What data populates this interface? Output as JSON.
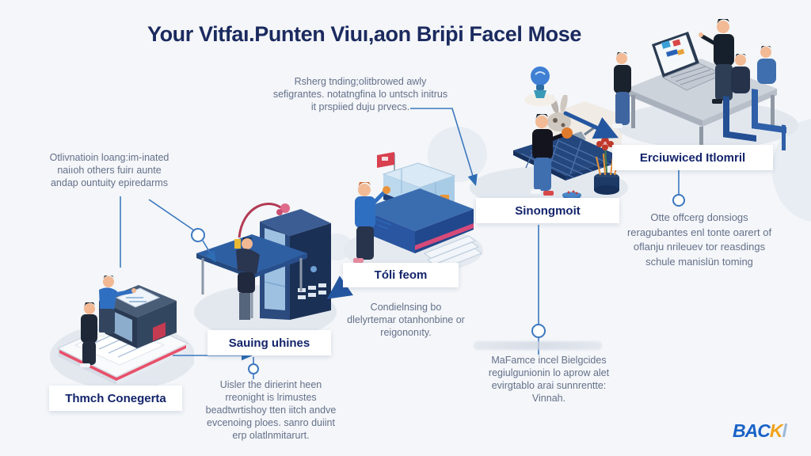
{
  "title": "Your Vitfaı.Punten Viuı,aon Briṗi Facel Mose",
  "annotations": {
    "top_center": [
      "Rsherg tnding;olitbrowed awly",
      "sefigrantes. notatngfina lo untsch initrus",
      "it prspiied duju prvecs."
    ],
    "left": [
      "Otlivnatioin loang:im-inated",
      "naiıoh others fuirı aunte",
      "andap ountuity epiredarms"
    ],
    "right": [
      "Otte offcerg donsiogs",
      "reragubantes enl tonte oarert of",
      "oflanju nrileuev tor reasdings",
      "schule manislün toming"
    ],
    "center": [
      "Condielnsing bo",
      "dlelyrtemar otanhonbine or",
      "reigononıty."
    ],
    "bottom_left": [
      "Uisler the dirierint heen",
      "rreonight is lrimustes",
      "beadtwrtishoy tten iitch andve",
      "evcenoing ploes. sanro duiint",
      "erp olatlnmitarurt."
    ],
    "bottom_right": [
      "MaFamce incel Bielgcides",
      "regiulgunionin lo aprow alet",
      "evirgtablo arai sunnrentte:",
      "Vinnah."
    ]
  },
  "stage_labels": {
    "stage1": "Thmch Conegerta",
    "stage2": "Sauing uhines",
    "stage3": "Tóli feom",
    "stage4": "Sinongmoit",
    "stage5": "Erciuwiced Itlomril"
  },
  "colors": {
    "title_navy": "#1b2a5f",
    "note_grey": "#64708a",
    "connector_blue": "#3c78c0",
    "thick_arrow_blue": "#2456a0",
    "machine_navy": "#2b4a7e",
    "light_blue_panel": "#a9cbe9",
    "red_accent": "#c43b52",
    "pink_accent": "#d64a7a",
    "orange_accent": "#e8923a",
    "logo_blue": "#1a63c8",
    "logo_orange": "#f0a31b"
  },
  "logo": {
    "blue": "BAC",
    "orange": "K",
    "slash": "l"
  }
}
